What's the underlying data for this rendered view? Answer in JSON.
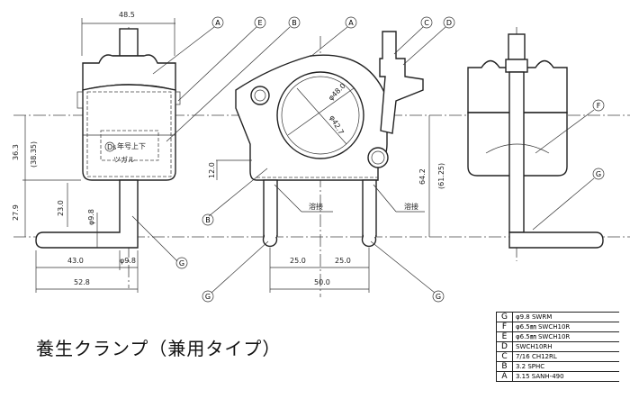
{
  "title": "養生クランプ（兼用タイプ）",
  "views": {
    "left": {
      "dims": {
        "width_top": "48.5",
        "h1": "36.3",
        "h1_ref": "(38.35)",
        "h2": "27.9",
        "h3": "23.0",
        "dia_v": "φ9.8",
        "l1": "43.0",
        "dia_h": "φ9.8",
        "l2": "52.8"
      },
      "plate_line1": "年号上下",
      "plate_line2": "ツガル",
      "logo": "Ds"
    },
    "center": {
      "dims": {
        "outer_dia": "φ48.0",
        "inner_dia": "φ42.7",
        "h12": "12.0",
        "h64": "64.2",
        "h61": "(61.25)",
        "half1": "25.0",
        "half2": "25.0",
        "span": "50.0"
      },
      "weld_left": "溶接",
      "weld_right": "溶接"
    }
  },
  "callouts": [
    "A",
    "E",
    "B",
    "A",
    "C",
    "D",
    "F",
    "G",
    "G",
    "G",
    "G",
    "B"
  ],
  "parts_table": [
    {
      "key": "G",
      "spec": "φ9.8  SWRM"
    },
    {
      "key": "F",
      "spec": "φ6.5㎜  SWCH10R"
    },
    {
      "key": "E",
      "spec": "φ6.5㎜  SWCH10R"
    },
    {
      "key": "D",
      "spec": "SWCH10RH"
    },
    {
      "key": "C",
      "spec": "7/16  CH12RL"
    },
    {
      "key": "B",
      "spec": "3.2  SPHC"
    },
    {
      "key": "A",
      "spec": "3.15  SANH-490"
    }
  ]
}
